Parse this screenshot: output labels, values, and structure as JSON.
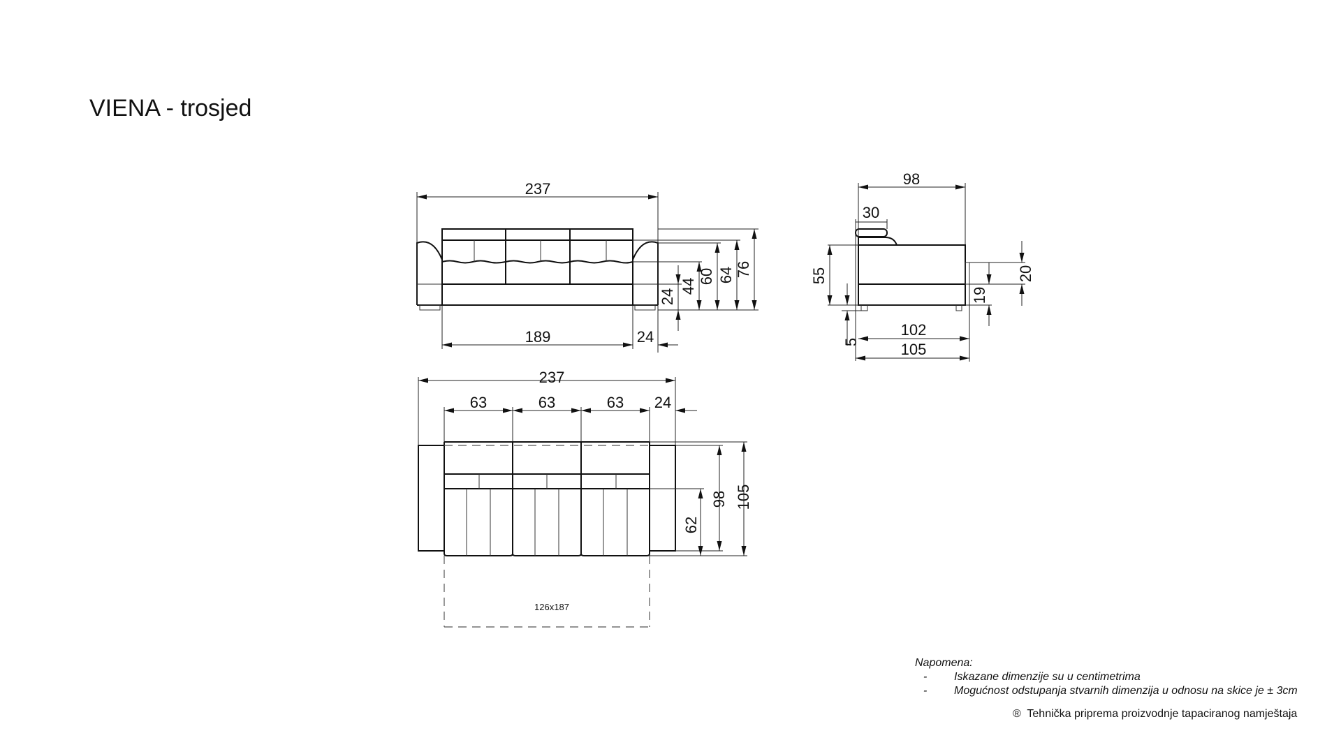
{
  "title": "VIENA - trosjed",
  "front_view": {
    "overall_width": "237",
    "seat_width": "189",
    "arm_width": "24",
    "h_base": "24",
    "h_seat": "44",
    "h_arm": "60",
    "h_back": "64",
    "h_total": "76"
  },
  "side_view": {
    "depth_98": "98",
    "headrest_30": "30",
    "h_55": "55",
    "h_feet": "5",
    "h_19": "19",
    "h_20": "20",
    "depth_102": "102",
    "depth_105": "105"
  },
  "top_view": {
    "overall_width": "237",
    "seat_1": "63",
    "seat_2": "63",
    "seat_3": "63",
    "arm_width": "24",
    "d_62": "62",
    "d_98": "98",
    "d_105": "105",
    "bed_size": "126x187"
  },
  "notes": {
    "heading": "Napomena:",
    "items": [
      {
        "bullet": "-",
        "text": "Iskazane dimenzije su u centimetrima"
      },
      {
        "bullet": "-",
        "text": "Mogućnost odstupanja stvarnih dimenzija u odnosu na skice  je ± 3cm"
      }
    ]
  },
  "footer": {
    "symbol": "®",
    "text": "Tehnička priprema proizvodnje tapaciranog namještaja"
  }
}
